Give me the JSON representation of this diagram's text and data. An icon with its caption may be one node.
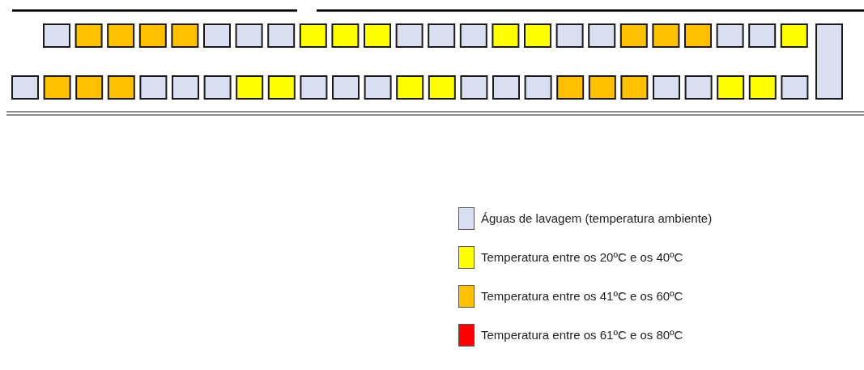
{
  "diagram": {
    "legend": [
      {
        "text": "Águas de lavagem (temperatura ambiente)",
        "color": "#d9dff0"
      },
      {
        "text": "Temperatura entre os 20ºC e os 40ºC",
        "color": "#ffff00"
      },
      {
        "text": "Temperatura entre os 41ºC e os 60ºC",
        "color": "#ffc000"
      },
      {
        "text": "Temperatura entre os 61ºC e os 80ºC",
        "color": "#ff0000"
      }
    ]
  }
}
